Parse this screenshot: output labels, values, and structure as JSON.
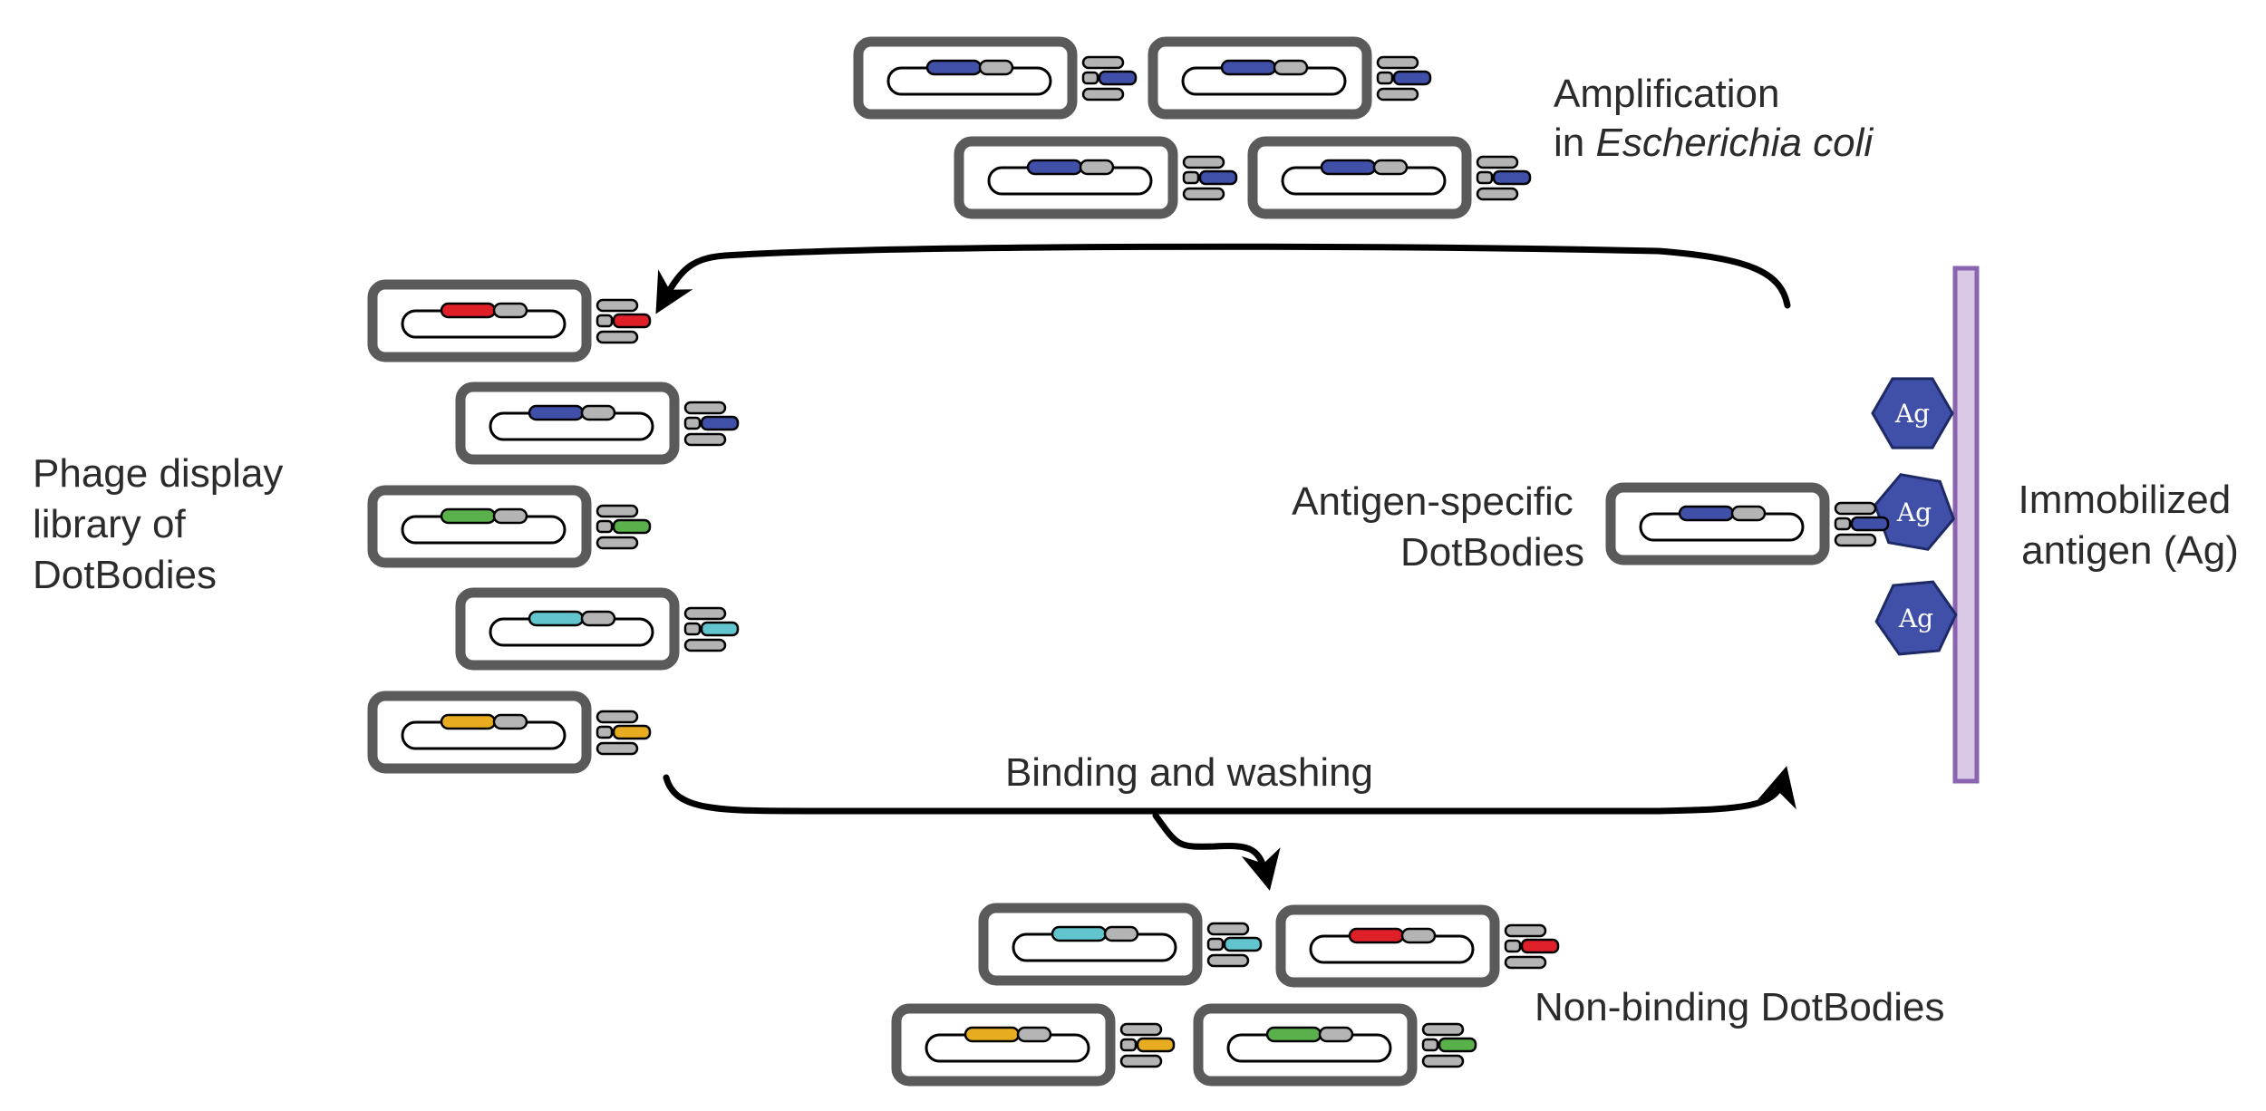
{
  "labels": {
    "amplification_line1": "Amplification",
    "amplification_line2_prefix": "in ",
    "amplification_line2_species": "Escherichia coli",
    "library_line1": "Phage display",
    "library_line2": "library of",
    "library_line3": "DotBodies",
    "antigen_specific_line1": "Antigen-specific",
    "antigen_specific_line2": "DotBodies",
    "immobilized_line1": "Immobilized",
    "immobilized_line2": "antigen (Ag)",
    "binding_washing": "Binding and washing",
    "non_binding": "Non-binding DotBodies",
    "antigen_short": "Ag"
  },
  "colors": {
    "blue": "#4050a8",
    "red": "#e02028",
    "green": "#5ab04a",
    "cyan": "#62c4cc",
    "yellow": "#e8ac20",
    "gray_part": "#b4b4b4",
    "cell_border": "#5a5a5a",
    "antigen_fill": "#4050a8",
    "surface_fill": "#d9c8e6",
    "surface_stroke": "#8a64b0"
  },
  "groups": {
    "amplification_cells": [
      "blue",
      "blue",
      "blue",
      "blue"
    ],
    "library_cells": [
      "red",
      "blue",
      "green",
      "cyan",
      "yellow"
    ],
    "antigen_specific_cells": [
      "blue"
    ],
    "non_binding_cells": [
      "cyan",
      "red",
      "yellow",
      "green"
    ],
    "antigens": [
      "Ag",
      "Ag",
      "Ag"
    ]
  }
}
